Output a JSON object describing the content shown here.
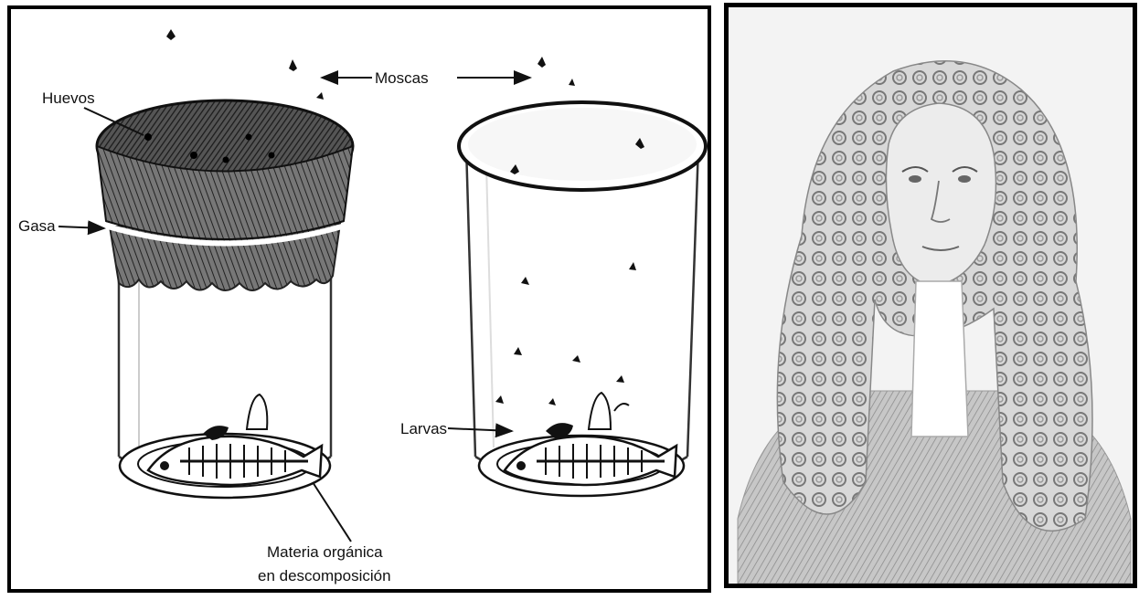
{
  "diagram": {
    "labels": {
      "moscas": "Moscas",
      "huevos": "Huevos",
      "gasa": "Gasa",
      "larvas": "Larvas",
      "materia_line1": "Materia orgánica",
      "materia_line2": "en descomposición"
    }
  },
  "portrait": {
    "kind": "engraved-portrait"
  },
  "colors": {
    "frame": "#000000",
    "ink": "#111111",
    "background": "#ffffff",
    "portrait_background": "#f3f3f3"
  }
}
